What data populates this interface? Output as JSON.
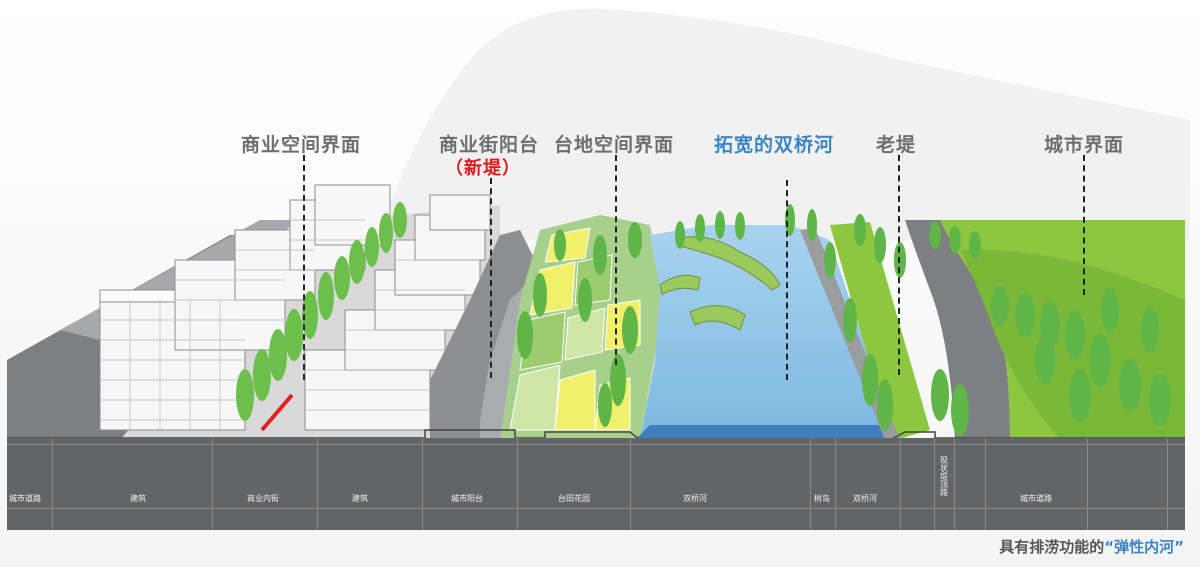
{
  "callouts": {
    "commercial_space_interface": "商业空间界面",
    "commercial_street_terrace": "商业街阳台",
    "new_dike": "（新堤）",
    "terrace_space_interface": "台地空间界面",
    "widened_shuangqiao_river": "拓宽的双桥河",
    "old_dike": "老堤",
    "city_interface": "城市界面"
  },
  "section_labels": {
    "city_road_left": "城市道路",
    "building_1": "建筑",
    "commercial_inner_street": "商业内街",
    "building_2": "建筑",
    "city_terrace": "城市阳台",
    "terrace_garden": "台田花园",
    "shuangqiao_river_1": "双桥河",
    "tree_island": "树岛",
    "shuangqiao_river_2": "双桥河",
    "existing_dike_top_road": "现状堤顶路",
    "city_road_right": "城市道路"
  },
  "footer": {
    "prefix": "具有排涝功能的",
    "highlight": "“弹性内河”"
  },
  "colors": {
    "callout_gray": "#6e6e6e",
    "callout_blue": "#3d86c6",
    "callout_red": "#e01a1a",
    "section_bar": "#636466",
    "river_water": "#8ec4e6",
    "grass_green": "#8dc63f",
    "tree_green": "#6cbf4a",
    "terrace_yellow": "#f2f06a",
    "road_gray": "#7d7f82"
  }
}
